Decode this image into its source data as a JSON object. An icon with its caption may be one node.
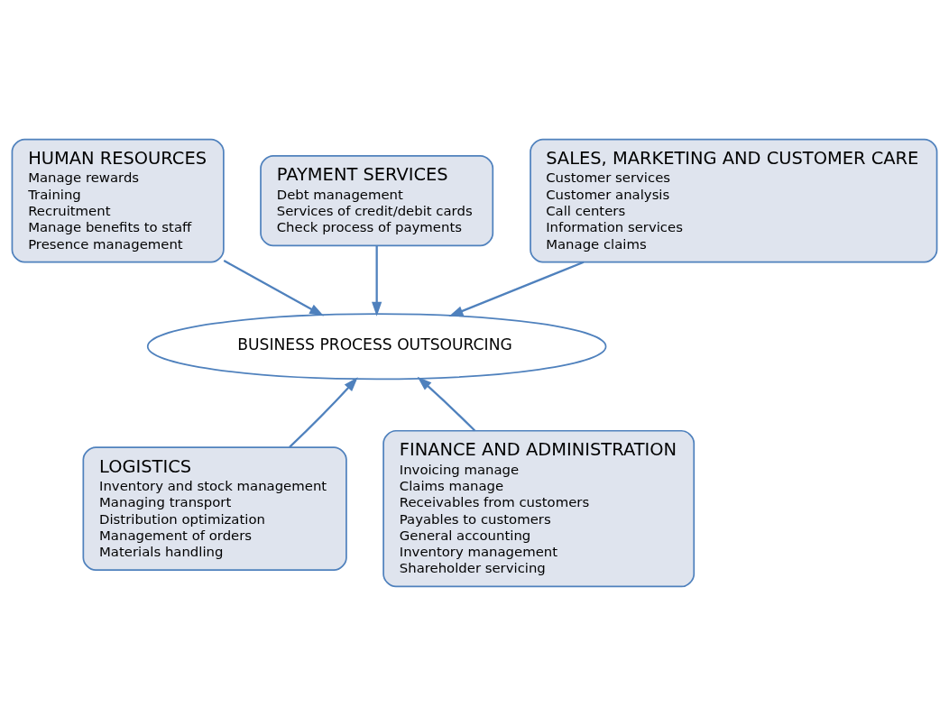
{
  "diagram": {
    "nodes": [
      {
        "text": [
          "PAYMENT SERVICES",
          "Debt management",
          "Services of credit/debit cards",
          "Check process of payments"
        ]
      },
      {
        "text": [
          "HUMAN RESOURCES",
          "Manage rewards",
          "Training",
          "Recruitment",
          "Manage benefits to staff",
          "Presence management"
        ]
      },
      {
        "text": [
          "SALES, MARKETING AND CUSTOMER CARE",
          "Customer services",
          "Customer analysis",
          "Call centers",
          "Information services",
          "Manage claims"
        ]
      },
      {
        "text": [
          "BUSINESS PROCESS OUTSOURCING"
        ]
      },
      {
        "text": [
          "LOGISTICS",
          "Inventory and stock management",
          "Managing transport",
          "Distribution optimization",
          "Management of orders",
          "Materials handling"
        ]
      },
      {
        "text": [
          "FINANCE AND ADMINISTRATION",
          "Invoicing manage",
          "Claims manage",
          "Receivables from customers",
          "Payables to customers",
          "General accounting",
          "Inventory management",
          "Shareholder servicing"
        ]
      }
    ],
    "edges": [
      {
        "from": 0,
        "to": 3,
        "arrow": "to"
      },
      {
        "from": 1,
        "to": 3,
        "arrow": "to"
      },
      {
        "from": 2,
        "to": 3,
        "arrow": "to"
      },
      {
        "from": 4,
        "to": 3,
        "arrow": "to"
      },
      {
        "from": 5,
        "to": 3,
        "arrow": "to"
      }
    ]
  }
}
